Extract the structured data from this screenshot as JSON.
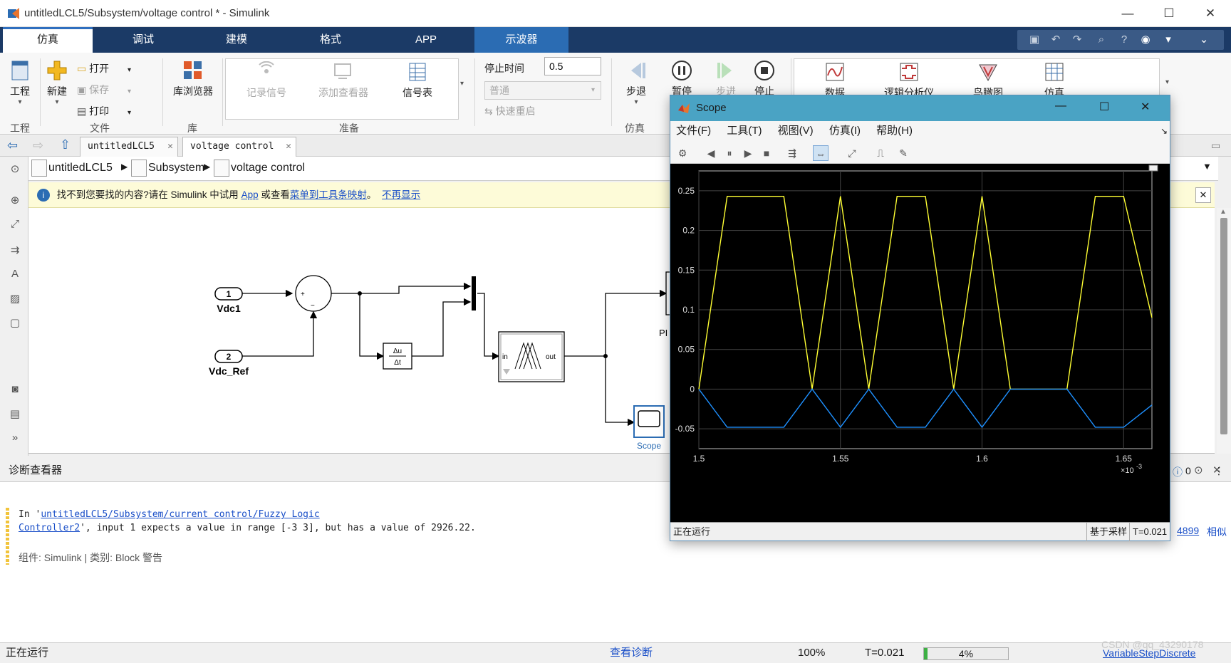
{
  "window": {
    "title": "untitledLCL5/Subsystem/voltage control * - Simulink"
  },
  "ribbon_tabs": [
    "仿真",
    "调试",
    "建模",
    "格式",
    "APP",
    "示波器"
  ],
  "ribbon": {
    "project": "工程",
    "new": "新建",
    "open": "打开",
    "save": "保存",
    "print": "打印",
    "library_browser": "库浏览器",
    "log_signals": "记录信号",
    "add_viewer": "添加查看器",
    "signal_table": "信号表",
    "stop_time_label": "停止时间",
    "stop_time_value": "0.5",
    "mode": "普通",
    "fast_restart": "快速重启",
    "step_back": "步退",
    "pause": "暂停",
    "step_forward": "步进",
    "stop": "停止",
    "data": "数据",
    "logic_analyzer": "逻辑分析仪",
    "birds_eye": "鸟瞰图",
    "sim_manager": "仿真",
    "groups": {
      "file": "文件",
      "library": "库",
      "prepare": "准备",
      "simulate": "仿真",
      "project": "工程"
    }
  },
  "doc_tabs": [
    "untitledLCL5",
    "voltage control"
  ],
  "breadcrumb": [
    "untitledLCL5",
    "Subsystem",
    "voltage control"
  ],
  "info_bar": {
    "text1": "找不到您要找的内容?请在 Simulink 中试用",
    "app_link": "App",
    "text2": "或查看",
    "map_link": "菜单到工具条映射",
    "text3": "。",
    "dismiss_link": "不再显示"
  },
  "blocks": {
    "in1_num": "1",
    "in1_name": "Vdc1",
    "in2_num": "2",
    "in2_name": "Vdc_Ref",
    "sum_plus": "+",
    "sum_minus": "−",
    "deriv_top": "Δu",
    "deriv_bottom": "Δt",
    "fuzzy_in": "in",
    "fuzzy_out": "out",
    "pi": "PI",
    "scope_label": "Scope"
  },
  "diagnostics": {
    "title": "诊断查看器",
    "msg_prefix": "In '",
    "msg_link1": "untitledLCL5/Subsystem/current control/Fuzzy Logic ",
    "msg_link2": "Controller2",
    "msg_suffix": "', input 1 expects a value in range [-3 3], but has a value of 2926.22.",
    "meta": "组件: Simulink | 类别: Block 警告",
    "count": "0",
    "right_link": "4899",
    "right_text": "相似"
  },
  "status": {
    "running": "正在运行",
    "view_diag": "查看诊断",
    "zoom": "100%",
    "time": "T=0.021",
    "progress_text": "4%",
    "progress": 0.04,
    "solver": "VariableStepDiscrete",
    "watermark": "CSDN @qq_43290178"
  },
  "scope": {
    "title": "Scope",
    "menu": [
      "文件(F)",
      "工具(T)",
      "视图(V)",
      "仿真(I)",
      "帮助(H)"
    ],
    "status_left": "正在运行",
    "status_sample": "基于采样",
    "status_time": "T=0.021"
  },
  "chart_data": {
    "type": "line",
    "xlim": [
      1.5,
      1.66
    ],
    "ylim": [
      -0.075,
      0.275
    ],
    "xticks": [
      1.5,
      1.55,
      1.6,
      1.65
    ],
    "xtick_labels": [
      "1.5",
      "1.55",
      "1.6",
      "1.65"
    ],
    "x_multiplier": "×10",
    "x_exponent": "-3",
    "yticks": [
      -0.05,
      0,
      0.05,
      0.1,
      0.15,
      0.2,
      0.25
    ],
    "ytick_labels": [
      "-0.05",
      "0",
      "0.05",
      "0.1",
      "0.15",
      "0.2",
      "0.25"
    ],
    "grid": true,
    "background": "#000000",
    "series": [
      {
        "color": "#ffff33",
        "x": [
          1.5,
          1.51,
          1.53,
          1.54,
          1.55,
          1.56,
          1.57,
          1.58,
          1.59,
          1.6,
          1.61,
          1.63,
          1.64,
          1.65,
          1.66
        ],
        "y": [
          0,
          0.243,
          0.243,
          0,
          0.243,
          0,
          0.243,
          0.243,
          0,
          0.243,
          0,
          0,
          0.243,
          0.243,
          0.09
        ]
      },
      {
        "color": "#1e90ff",
        "x": [
          1.5,
          1.51,
          1.53,
          1.54,
          1.55,
          1.56,
          1.57,
          1.58,
          1.59,
          1.6,
          1.61,
          1.63,
          1.64,
          1.65,
          1.66
        ],
        "y": [
          0,
          -0.048,
          -0.048,
          0,
          -0.048,
          0,
          -0.048,
          -0.048,
          0,
          -0.048,
          0,
          0,
          -0.048,
          -0.048,
          -0.02
        ]
      }
    ]
  }
}
